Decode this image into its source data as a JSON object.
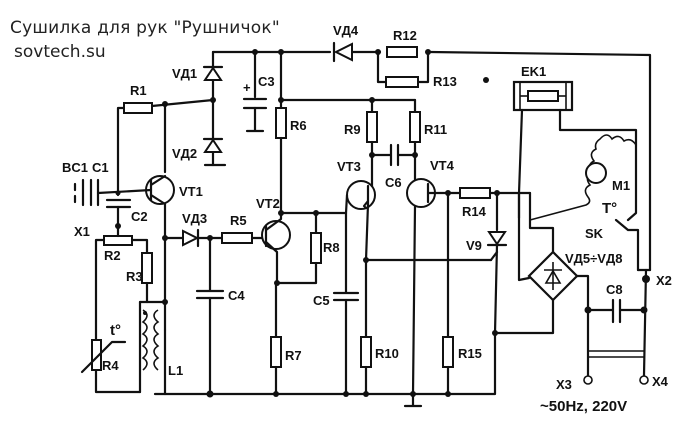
{
  "header": {
    "title": "Сушилка для рук \"Рушничок\"",
    "site": "sovtech.su"
  },
  "components": {
    "R1": "R1",
    "R2": "R2",
    "R3": "R3",
    "R4": "R4",
    "R5": "R5",
    "R6": "R6",
    "R7": "R7",
    "R8": "R8",
    "R9": "R9",
    "R10": "R10",
    "R11": "R11",
    "R12": "R12",
    "R13": "R13",
    "R14": "R14",
    "R15": "R15",
    "C1": "C1",
    "C2": "C2",
    "C3": "C3",
    "C4": "C4",
    "C5": "C5",
    "C6": "C6",
    "C8": "C8",
    "VD1": "VД1",
    "VD2": "VД2",
    "VD3": "VД3",
    "VD4": "VД4",
    "VD5_8": "VД5÷VД8",
    "VT1": "VT1",
    "VT2": "VT2",
    "VT3": "VT3",
    "VT4": "VT4",
    "V9": "V9",
    "BC1": "BC1",
    "X1": "X1",
    "X2": "X2",
    "X3": "X3",
    "X4": "X4",
    "L1": "L1",
    "EK1": "EK1",
    "SK": "SK",
    "M1": "M1",
    "thermo_t": "t°",
    "thermo_T": "T°",
    "plus": "+"
  },
  "supply": {
    "label": "~50Hz, 220V"
  }
}
